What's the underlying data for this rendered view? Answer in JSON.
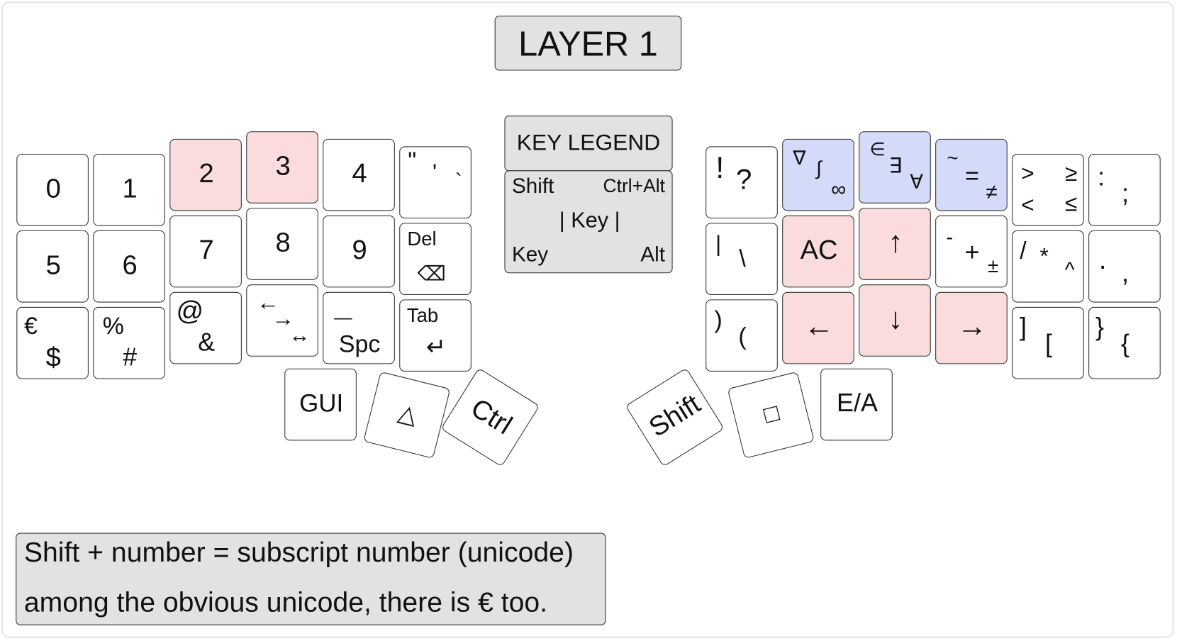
{
  "title": "LAYER 1",
  "legend": {
    "heading": "KEY LEGEND",
    "shift": "Shift",
    "ctrl_alt": "Ctrl+Alt",
    "key_center": "| Key |",
    "key": "Key",
    "alt": "Alt"
  },
  "colors": {
    "red": "#fadcdc",
    "blue": "#d3dbf9",
    "white": "#ffffff",
    "gray": "#e2e2e2"
  },
  "keys": [
    {
      "id": "k-0",
      "color": "white",
      "labels": [
        {
          "text": "0"
        }
      ]
    },
    {
      "id": "k-1",
      "color": "white",
      "labels": [
        {
          "text": "1"
        }
      ]
    },
    {
      "id": "k-2",
      "color": "red",
      "labels": [
        {
          "text": "2"
        }
      ]
    },
    {
      "id": "k-3",
      "color": "red",
      "labels": [
        {
          "text": "3"
        }
      ]
    },
    {
      "id": "k-4",
      "color": "white",
      "labels": [
        {
          "text": "4"
        }
      ]
    },
    {
      "id": "k-quotes",
      "color": "white",
      "labels": [
        {
          "text": "\""
        },
        {
          "text": "'"
        },
        {
          "text": "`"
        }
      ]
    },
    {
      "id": "k-5",
      "color": "white",
      "labels": [
        {
          "text": "5"
        }
      ]
    },
    {
      "id": "k-6",
      "color": "white",
      "labels": [
        {
          "text": "6"
        }
      ]
    },
    {
      "id": "k-7",
      "color": "white",
      "labels": [
        {
          "text": "7"
        }
      ]
    },
    {
      "id": "k-8",
      "color": "white",
      "labels": [
        {
          "text": "8"
        }
      ]
    },
    {
      "id": "k-9",
      "color": "white",
      "labels": [
        {
          "text": "9"
        }
      ]
    },
    {
      "id": "k-del",
      "color": "white",
      "labels": [
        {
          "text": "Del"
        },
        {
          "text": "⌫"
        }
      ]
    },
    {
      "id": "k-euro",
      "color": "white",
      "labels": [
        {
          "text": "€"
        },
        {
          "text": "$"
        }
      ]
    },
    {
      "id": "k-percent",
      "color": "white",
      "labels": [
        {
          "text": "%"
        },
        {
          "text": "#"
        }
      ]
    },
    {
      "id": "k-at",
      "color": "white",
      "labels": [
        {
          "text": "@"
        },
        {
          "text": "&"
        }
      ]
    },
    {
      "id": "k-arrows",
      "color": "white",
      "labels": [
        {
          "text": "←"
        },
        {
          "text": "→"
        },
        {
          "text": "↔"
        }
      ]
    },
    {
      "id": "k-space",
      "color": "white",
      "labels": [
        {
          "text": "—"
        },
        {
          "text": "Spc"
        }
      ]
    },
    {
      "id": "k-tab",
      "color": "white",
      "labels": [
        {
          "text": "Tab"
        },
        {
          "text": "↵"
        }
      ]
    },
    {
      "id": "k-gui",
      "color": "white",
      "labels": [
        {
          "text": "GUI"
        }
      ]
    },
    {
      "id": "k-triangle",
      "color": "white",
      "labels": [
        {
          "text": "△"
        }
      ]
    },
    {
      "id": "k-ctrl",
      "color": "white",
      "labels": [
        {
          "text": "Ctrl"
        }
      ]
    },
    {
      "id": "k-shift",
      "color": "white",
      "labels": [
        {
          "text": "Shift"
        }
      ]
    },
    {
      "id": "k-square",
      "color": "white",
      "labels": [
        {
          "text": "□"
        }
      ]
    },
    {
      "id": "k-ea",
      "color": "white",
      "labels": [
        {
          "text": "E/A"
        }
      ]
    },
    {
      "id": "k-excl",
      "color": "white",
      "labels": [
        {
          "text": "!"
        },
        {
          "text": "?"
        }
      ]
    },
    {
      "id": "k-nabla",
      "color": "blue",
      "labels": [
        {
          "text": "∇"
        },
        {
          "text": "∫"
        },
        {
          "text": "∞"
        }
      ]
    },
    {
      "id": "k-exists",
      "color": "blue",
      "labels": [
        {
          "text": "∈"
        },
        {
          "text": "∃"
        },
        {
          "text": "∀"
        }
      ]
    },
    {
      "id": "k-tilde",
      "color": "blue",
      "labels": [
        {
          "text": "~"
        },
        {
          "text": "="
        },
        {
          "text": "≠"
        }
      ]
    },
    {
      "id": "k-greater",
      "color": "white",
      "labels": [
        {
          "text": ">"
        },
        {
          "text": "≥"
        },
        {
          "text": "<"
        },
        {
          "text": "≤"
        }
      ]
    },
    {
      "id": "k-colon",
      "color": "white",
      "labels": [
        {
          "text": ":"
        },
        {
          "text": ";"
        }
      ]
    },
    {
      "id": "k-pipe",
      "color": "white",
      "labels": [
        {
          "text": "|"
        },
        {
          "text": "\\"
        }
      ]
    },
    {
      "id": "k-ac",
      "color": "red",
      "labels": [
        {
          "text": "AC"
        }
      ]
    },
    {
      "id": "k-up",
      "color": "red",
      "labels": [
        {
          "text": "↑"
        }
      ]
    },
    {
      "id": "k-minus",
      "color": "white",
      "labels": [
        {
          "text": "-"
        },
        {
          "text": "+"
        },
        {
          "text": "±"
        }
      ]
    },
    {
      "id": "k-slash",
      "color": "white",
      "labels": [
        {
          "text": "/"
        },
        {
          "text": "*"
        },
        {
          "text": "^"
        }
      ]
    },
    {
      "id": "k-dot",
      "color": "white",
      "labels": [
        {
          "text": "."
        },
        {
          "text": ","
        }
      ]
    },
    {
      "id": "k-paren",
      "color": "white",
      "labels": [
        {
          "text": ")"
        },
        {
          "text": "("
        }
      ]
    },
    {
      "id": "k-left",
      "color": "red",
      "labels": [
        {
          "text": "←"
        }
      ]
    },
    {
      "id": "k-down",
      "color": "red",
      "labels": [
        {
          "text": "↓"
        }
      ]
    },
    {
      "id": "k-right",
      "color": "red",
      "labels": [
        {
          "text": "→"
        }
      ]
    },
    {
      "id": "k-bracket",
      "color": "white",
      "labels": [
        {
          "text": "]"
        },
        {
          "text": "["
        }
      ]
    },
    {
      "id": "k-brace",
      "color": "white",
      "labels": [
        {
          "text": "}"
        },
        {
          "text": "{"
        }
      ]
    }
  ],
  "note": {
    "line1": "Shift + number = subscript number (unicode)",
    "line2": "among the obvious unicode, there is € too."
  }
}
